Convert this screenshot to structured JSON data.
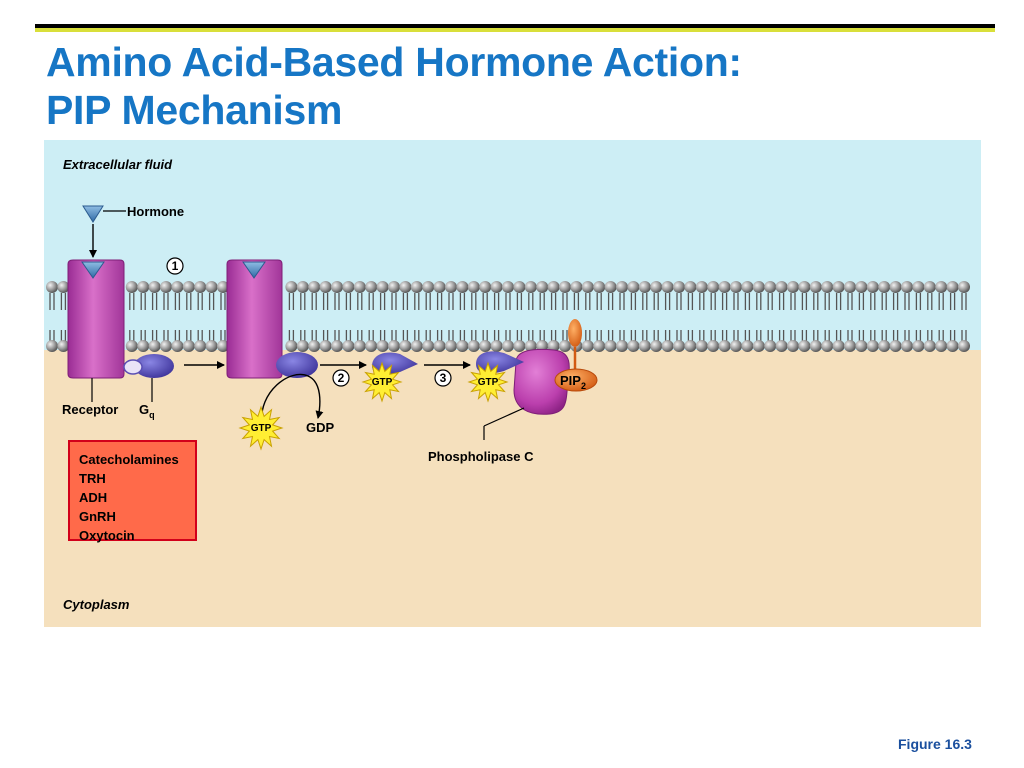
{
  "title": {
    "line1": "Amino Acid-Based Hormone Action:",
    "line2": "PIP Mechanism"
  },
  "diagram": {
    "extracellular_label": "Extracellular fluid",
    "cytoplasm_label": "Cytoplasm",
    "hormone_label": "Hormone",
    "receptor_label": "Receptor",
    "gq_label": "G",
    "gq_subscript": "q",
    "gtp_label": "GTP",
    "gdp_label": "GDP",
    "pip2_label": "PIP",
    "pip2_subscript": "2",
    "phospholipase_label": "Phospholipase C",
    "steps": [
      "1",
      "2",
      "3"
    ],
    "hormone_list": [
      "Catecholamines",
      "TRH",
      "ADH",
      "GnRH",
      "Oxytocin"
    ],
    "colors": {
      "extracellular": "#cdeef5",
      "cytoplasm": "#f5e0bd",
      "receptor": "#c857b7",
      "g_protein": "#5a4fb4",
      "gtp_star": "#ffee33",
      "pip2": "#e36f2a",
      "list_box": "#ff6a4a",
      "title": "#1676c5"
    }
  },
  "figure_label": "Figure 16.3"
}
